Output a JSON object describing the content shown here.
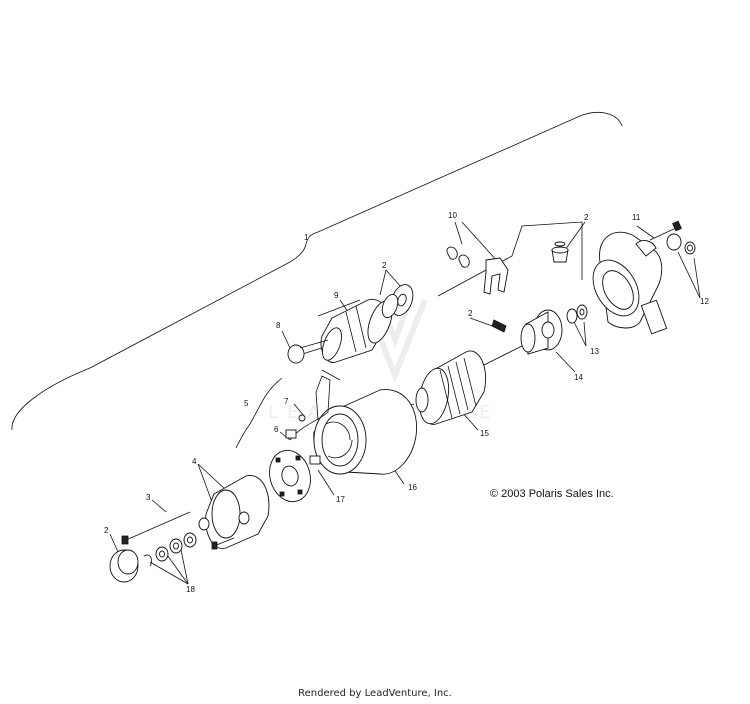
{
  "diagram": {
    "callouts": [
      "1",
      "2",
      "2",
      "2",
      "2",
      "3",
      "4",
      "5",
      "6",
      "7",
      "8",
      "9",
      "10",
      "11",
      "12",
      "13",
      "14",
      "15",
      "16",
      "17",
      "18"
    ],
    "copyright": "© 2003 Polaris Sales Inc.",
    "watermark": "LEADVENTURE",
    "footer": "Rendered by LeadVenture, Inc."
  }
}
